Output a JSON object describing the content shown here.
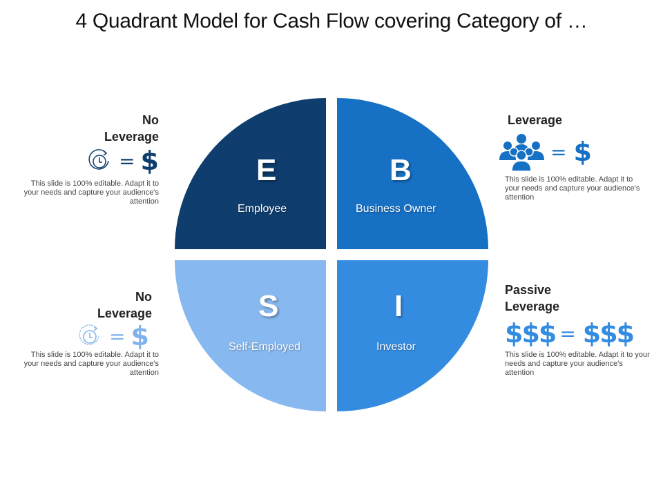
{
  "title": "4 Quadrant Model for Cash Flow covering Category of …",
  "colors": {
    "employee": "#0e3d6e",
    "business_owner": "#1670c4",
    "self_employed": "#87b9f0",
    "investor": "#348ce0",
    "dark_icon": "#0e3d6e",
    "mid_icon": "#1670c4",
    "light_icon": "#7fb2ec",
    "bright_icon": "#348ce0"
  },
  "quadrants": [
    {
      "letter": "E",
      "label": "Employee"
    },
    {
      "letter": "B",
      "label": "Business Owner"
    },
    {
      "letter": "S",
      "label": "Self-Employed"
    },
    {
      "letter": "I",
      "label": "Investor"
    }
  ],
  "callouts": {
    "top_left": {
      "heading_line1": "No",
      "heading_line2": "Leverage",
      "icon": "clock-cycle-icon",
      "equals": "=",
      "dollar": "$",
      "desc": "This slide is 100% editable. Adapt it to your needs and capture your audience's attention"
    },
    "top_right": {
      "heading": "Leverage",
      "icon": "people-group-icon",
      "equals": "=",
      "dollar": "$",
      "desc": "This slide is 100% editable. Adapt it to your needs and capture your audience's attention"
    },
    "bottom_left": {
      "heading_line1": "No",
      "heading_line2": "Leverage",
      "icon": "clock-cycle-icon",
      "equals": "=",
      "dollar": "$",
      "desc": "This slide is 100% editable. Adapt it to your needs and capture your audience's attention"
    },
    "bottom_right": {
      "heading_line1": "Passive",
      "heading_line2": "Leverage",
      "left_dollars": "$$$",
      "equals": "=",
      "right_dollars": "$$$",
      "desc": "This slide is 100% editable. Adapt it to your needs and capture your audience's attention"
    }
  }
}
